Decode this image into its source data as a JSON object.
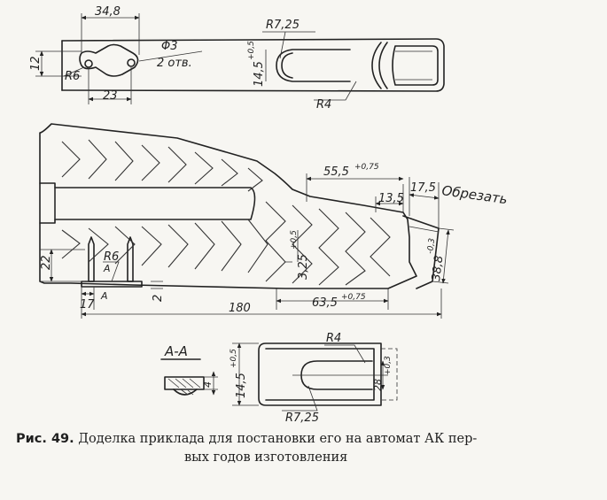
{
  "top_view": {
    "dim_width": "34,8",
    "hole_label": "Φ3",
    "hole_count": "2 отв.",
    "dim_height": "12",
    "radius_left": "R6",
    "dim_spacing": "23",
    "slot_radius": "R7,25",
    "slot_width": "14,5",
    "slot_width_tol": "+0,5",
    "corner_radius": "R4"
  },
  "main_view": {
    "dim_top": "55,5",
    "dim_top_tol": "+0,75",
    "dim_small": "13,5",
    "dim_cut": "17,5",
    "cut_label": "Обрезать",
    "dim_depth": "3,25",
    "dim_depth_tol": "+0,5",
    "dim_end": "38,8",
    "dim_end_tol": "-0,3",
    "dim_left": "22",
    "radius_pin": "R6",
    "section_mark": "А",
    "dim_17": "17",
    "dim_2": "2",
    "dim_length": "180",
    "dim_bottom": "63,5",
    "dim_bottom_tol": "+0,75"
  },
  "section_view": {
    "title": "А-А",
    "dim_4": "4"
  },
  "slot_view": {
    "radius_top": "R4",
    "slot_width": "14,5",
    "slot_width_tol": "+0,5",
    "inner_width": "28",
    "inner_width_tol": "+0,3",
    "radius_bottom": "R7,25"
  },
  "caption": {
    "label": "Рис. 49.",
    "line1": "Доделка приклада для постановки его на автомат АК пер-",
    "line2": "вых годов изготовления"
  }
}
